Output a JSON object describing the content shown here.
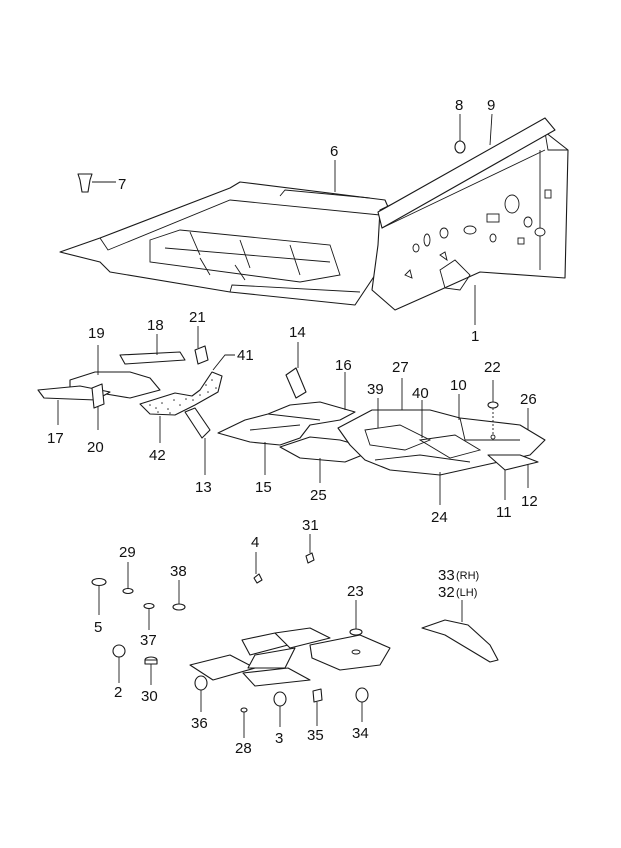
{
  "diagram": {
    "callouts": {
      "c1": "1",
      "c2": "2",
      "c3": "3",
      "c4": "4",
      "c5": "5",
      "c6": "6",
      "c7": "7",
      "c8": "8",
      "c9": "9",
      "c10": "10",
      "c11": "11",
      "c12": "12",
      "c13": "13",
      "c14": "14",
      "c15": "15",
      "c16": "16",
      "c17": "17",
      "c18": "18",
      "c19": "19",
      "c20": "20",
      "c21": "21",
      "c22": "22",
      "c23": "23",
      "c24": "24",
      "c25": "25",
      "c26": "26",
      "c27": "27",
      "c28": "28",
      "c29": "29",
      "c30": "30",
      "c31": "31",
      "c33": "33",
      "c32": "32",
      "c34": "34",
      "c35": "35",
      "c36": "36",
      "c37": "37",
      "c38": "38",
      "c39": "39",
      "c40": "40",
      "c41": "41",
      "c42": "42",
      "rh": "(RH)",
      "lh": "(LH)"
    }
  }
}
